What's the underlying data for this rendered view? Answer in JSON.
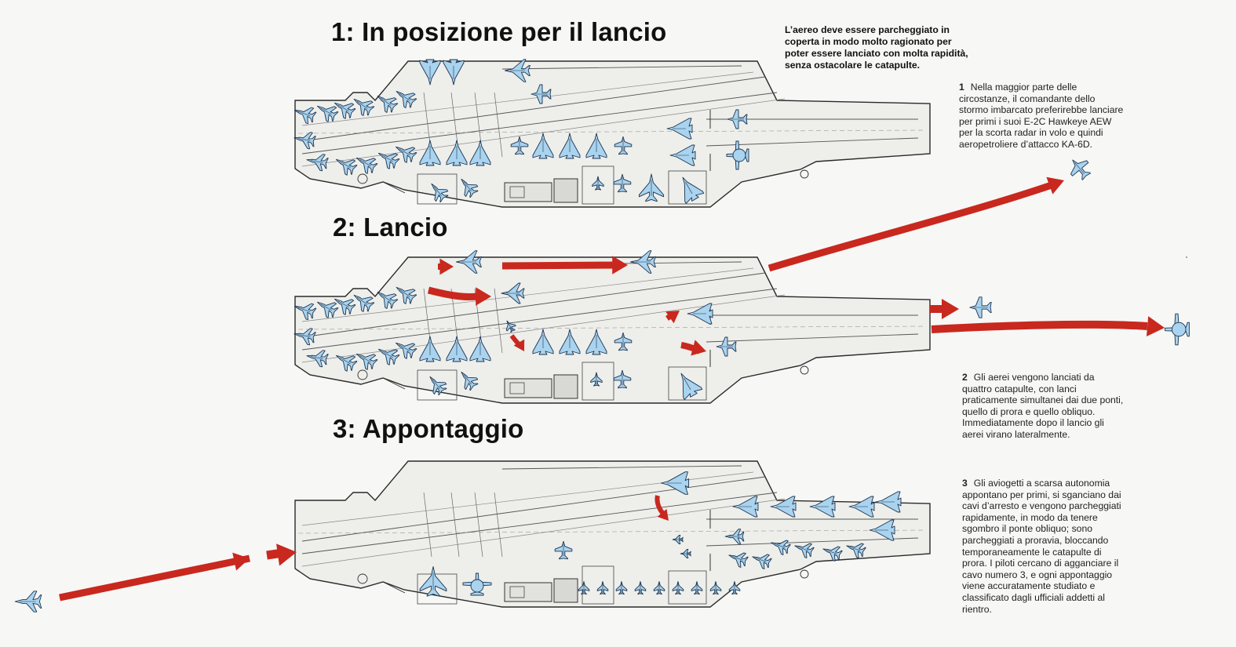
{
  "headings": {
    "step1": "1:  In posizione per il lancio",
    "step2": "2:  Lancio",
    "step3": "3:  Appontaggio"
  },
  "intro": "L’aereo deve essere parcheggiato in\ncoperta in modo molto ragionato per\npoter essere lanciato con molta rapidità,\nsenza ostacolare le catapulte.",
  "notes": [
    {
      "number": "1",
      "text": "Nella maggior parte delle\ncircostanze, il comandante dello\nstormo imbarcato preferirebbe lanciare\nper primi i suoi E-2C Hawkeye AEW\nper la scorta radar in volo e quindi\naeropetroliere d’attacco KA-6D."
    },
    {
      "number": "2",
      "text": "Gli aerei vengono lanciati da\nquattro catapulte, con lanci\npraticamente simultanei dai due ponti,\nquello di prora e quello obliquo.\nImmediatamente dopo il lancio gli\naerei virano lateralmente."
    },
    {
      "number": "3",
      "text": "Gli aviogetti a scarsa autonomia\nappontano per primi, si sganciano dai\ncavi d’arresto e vengono parcheggiati\nrapidamente, in modo da tenere\nsgombro il ponte obliquo; sono\nparcheggiati a proravia, bloccando\ntemporaneamente le catapulte di\nprora. I piloti cercano di agganciare il\ncavo numero 3, e ogni appontaggio\nviene accuratamente studiato e\nclassificato dagli ufficiali addetti al\nrientro."
    }
  ],
  "colors": {
    "aircraft_fill": "#a9d3ee",
    "aircraft_stroke": "#1d3550",
    "arrow": "#c8281e",
    "deck_fill": "#eeeeeb",
    "deck_stroke": "#2a2a2a"
  }
}
